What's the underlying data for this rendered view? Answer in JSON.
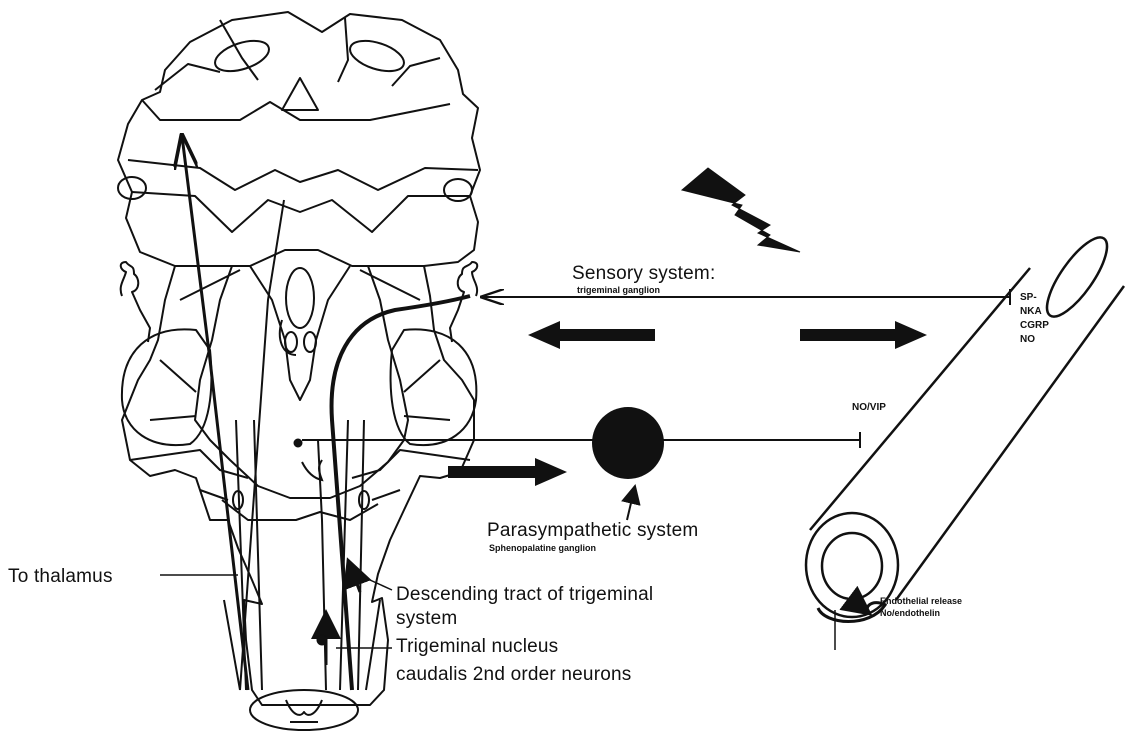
{
  "labels": {
    "sensory_title": "Sensory system:",
    "sensory_sub": "trigeminal ganglion",
    "vessel_line1": "SP-",
    "vessel_line2": "NKA",
    "vessel_line3": "CGRP",
    "vessel_line4": "NO",
    "nomp": "NO/VIP",
    "parasym_title": "Parasympathetic system",
    "parasym_sub": "Sphenopalatine ganglion",
    "thalamus": "To thalamus",
    "descending_1": "Descending tract of trigeminal",
    "descending_2": "system",
    "trig_nucleus_1": "Trigeminal nucleus",
    "trig_nucleus_2": "caudalis 2nd order neurons",
    "endothelial_1": "Endothelial release",
    "endothelial_2": "No/endothelin"
  }
}
